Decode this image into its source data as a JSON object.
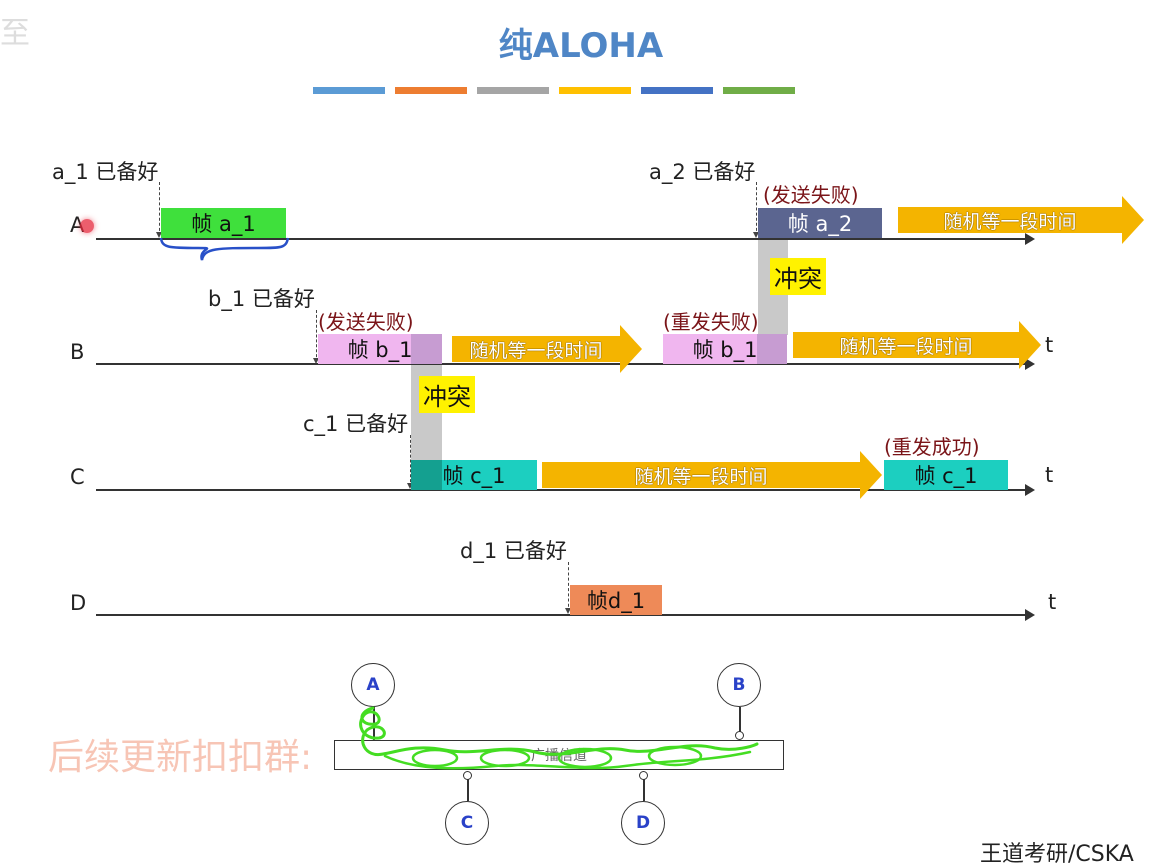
{
  "title": "纯ALOHA",
  "decor_char": "至",
  "color_bar": [
    "#5b9bd5",
    "#ed7d31",
    "#a5a5a5",
    "#ffc000",
    "#4472c4",
    "#70ad47"
  ],
  "rows": {
    "a": "A",
    "b": "B",
    "c": "C",
    "d": "D"
  },
  "time_label": "t",
  "ready": {
    "a1": "a_1 已备好",
    "a2": "a_2 已备好",
    "b1": "b_1 已备好",
    "c1": "c_1 已备好",
    "d1": "d_1 已备好"
  },
  "frames": {
    "a1": "帧 a_1",
    "a2": "帧 a_2",
    "b1": "帧 b_1",
    "b1_retry": "帧 b_1",
    "c1": "帧 c_1",
    "c1_retry": "帧 c_1",
    "d1": "帧d_1"
  },
  "status": {
    "a2_fail": "(发送失败)",
    "b1_fail": "(发送失败)",
    "b1_retry_fail": "(重发失败)",
    "c1_retry_ok": "(重发成功)"
  },
  "wait": {
    "a": "随机等一段时间",
    "b1": "随机等一段时间",
    "b2": "随机等一段时间",
    "c": "随机等一段时间"
  },
  "collision": {
    "first": "冲突",
    "second": "冲突"
  },
  "network": {
    "bus": "广播信道",
    "node_a": "A",
    "node_b": "B",
    "node_c": "C",
    "node_d": "D"
  },
  "watermark": "后续更新扣扣群:",
  "credit": "王道考研/CSKA",
  "colors": {
    "frame_a1": "#3fe03c",
    "frame_a2": "#5b6590",
    "frame_b": "#f0b6ef",
    "frame_c": "#1ccfc0",
    "frame_c1_dark": "#14a090",
    "frame_d": "#ee8a58",
    "overlap_b": "#c79cd2",
    "wait": "#f4b400",
    "collision": "#c9c9c9",
    "tag": "#fff200"
  }
}
